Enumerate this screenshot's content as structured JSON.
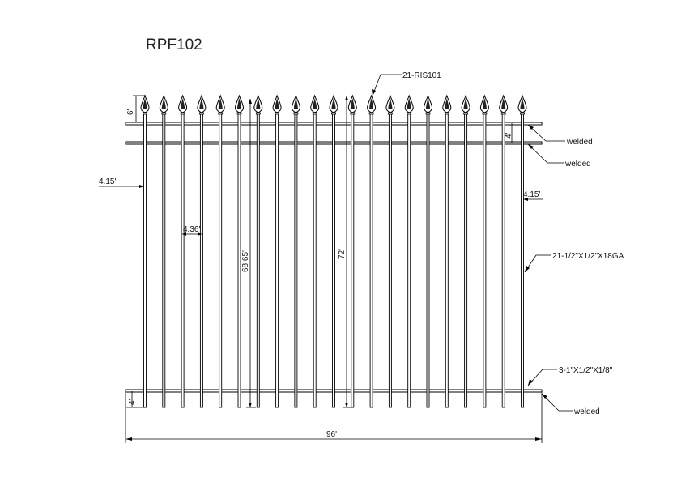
{
  "title": "RPF102",
  "labels": {
    "finial_callout": "21-RIS101",
    "welded_top_1": "welded",
    "welded_top_2": "welded",
    "welded_bottom": "welded",
    "picket_spec": "21-1/2\"X1/2\"X18GA",
    "rail_spec": "3-1\"X1/2\"X1/8\"",
    "dim_finial": "6'",
    "dim_rail_gap": "4'",
    "dim_bottom_gap": "4'",
    "dim_left_offset": "4.15'",
    "dim_right_offset": "4.15'",
    "dim_spacing": "4.36'",
    "dim_picket_height": "68.65'",
    "dim_total_height": "72'",
    "dim_width": "96'"
  },
  "picket_count": 21
}
